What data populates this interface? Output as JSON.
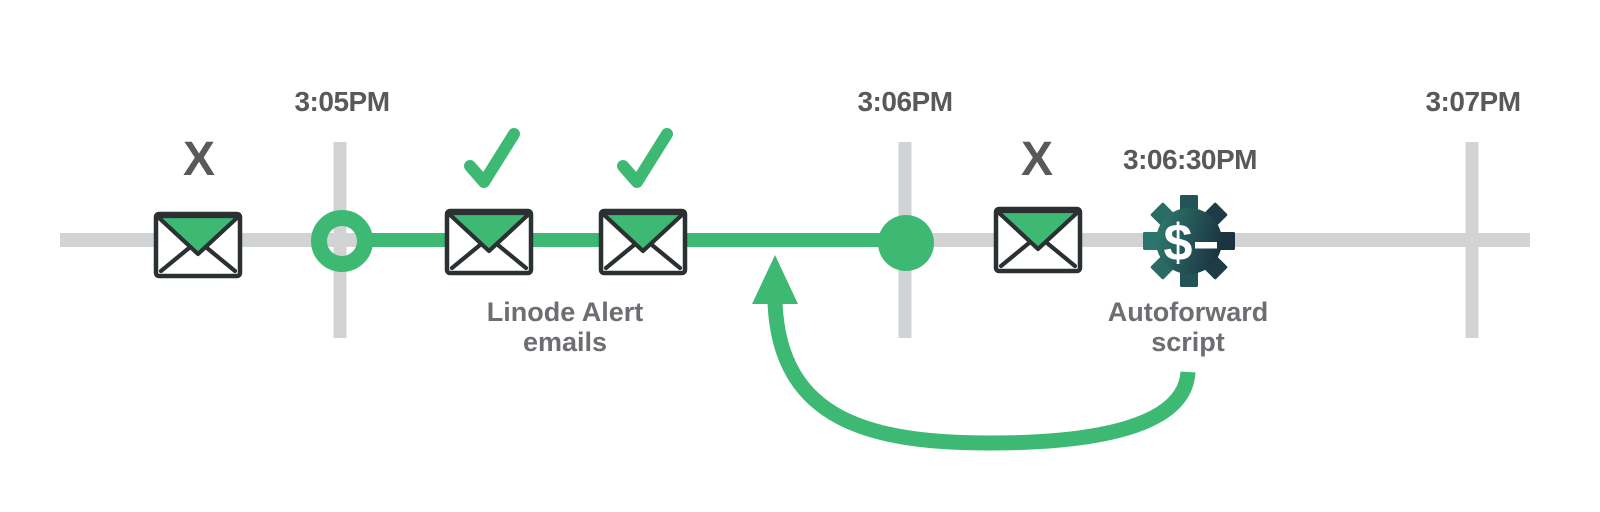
{
  "diagram": {
    "timeline": {
      "tick_labels": [
        "3:05PM",
        "3:06PM",
        "3:07PM"
      ],
      "event_label": "3:06:30PM"
    },
    "captions": {
      "alert_line1": "Linode Alert",
      "alert_line2": "emails",
      "script_line1": "Autoforward",
      "script_line2": "script"
    },
    "marks": {
      "missed": "X",
      "prompt": "$"
    },
    "colors": {
      "green": "#3db973",
      "track_gray": "#d2d3d4",
      "time_text": "#58595b",
      "caption_text": "#6d6e71",
      "envelope_outline": "#2b3033",
      "gear_teal": "#2e7a70",
      "gear_navy": "#1a2f3d",
      "glyph_white": "#ffffff"
    }
  }
}
